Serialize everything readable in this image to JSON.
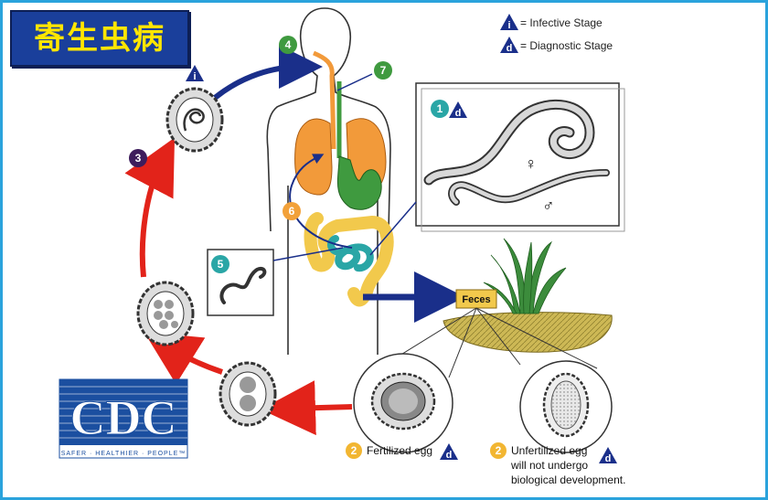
{
  "title": "寄生虫病",
  "legend": {
    "infective_symbol": "i",
    "infective_label": "= Infective Stage",
    "diagnostic_symbol": "d",
    "diagnostic_label": "= Diagnostic Stage"
  },
  "steps": [
    {
      "number": "1",
      "color": "#2aa6a6",
      "badge": "d"
    },
    {
      "number": "2",
      "color": "#f2b632",
      "caption": "Fertilized egg",
      "badge": "d"
    },
    {
      "number": "2",
      "color": "#f2b632",
      "caption_lines": [
        "Unfertilized egg",
        "will not undergo",
        "biological development."
      ],
      "badge": "d"
    },
    {
      "number": "3",
      "color": "#3d1c5c"
    },
    {
      "number": "4",
      "color": "#3f9a3f"
    },
    {
      "number": "5",
      "color": "#2aa6a6"
    },
    {
      "number": "6",
      "color": "#f2a13a"
    },
    {
      "number": "7",
      "color": "#3f9a3f"
    }
  ],
  "infective_badge": "i",
  "feces_label": "Feces",
  "female_symbol": "♀",
  "male_symbol": "♂",
  "cdc_logo": {
    "text": "CDC",
    "tagline": "SAFER · HEALTHIER · PEOPLE™"
  },
  "colors": {
    "frame": "#2aa3dc",
    "title_bg": "#1a3f9b",
    "title_text": "#ffe600",
    "arrow_red": "#e2231a",
    "arrow_blue": "#1a2f8a",
    "lung": "#f29a3a",
    "stomach": "#3f9a3f",
    "intestine": "#f2c94c",
    "small_intestine": "#2aa6a6",
    "soil": "#c8b24a",
    "grass": "#3c8c3c"
  }
}
